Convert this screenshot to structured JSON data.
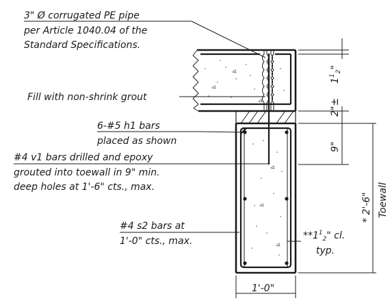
{
  "notes": {
    "pipe": [
      "3\" Ø corrugated PE pipe",
      "per Article 1040.04 of the",
      "Standard Specifications."
    ],
    "grout": "Fill with non-shrink grout",
    "h1_bars": [
      "6-#5 h1 bars",
      "placed as shown"
    ],
    "v1_bars": [
      "#4 v1 bars drilled and epoxy",
      "grouted into toewall in 9\" min.",
      "deep holes at 1'-6\" cts., max."
    ],
    "s2_bars": [
      "#4 s2 bars at",
      "1'-0\" cts., max."
    ],
    "clear_cover": {
      "prefix": "**1",
      "sup": "1",
      "sub": "2",
      "suffix": "\" cl.",
      "line2": "typ."
    }
  },
  "dimensions": {
    "cover_top": {
      "main": "1",
      "sup": "1",
      "sub": "2",
      "suffix": "\""
    },
    "gap": "2\"±",
    "embed": "9\"",
    "toewall_height": "* 2'-6\"",
    "toewall_label": "Toewall",
    "width": "1'-0\""
  }
}
